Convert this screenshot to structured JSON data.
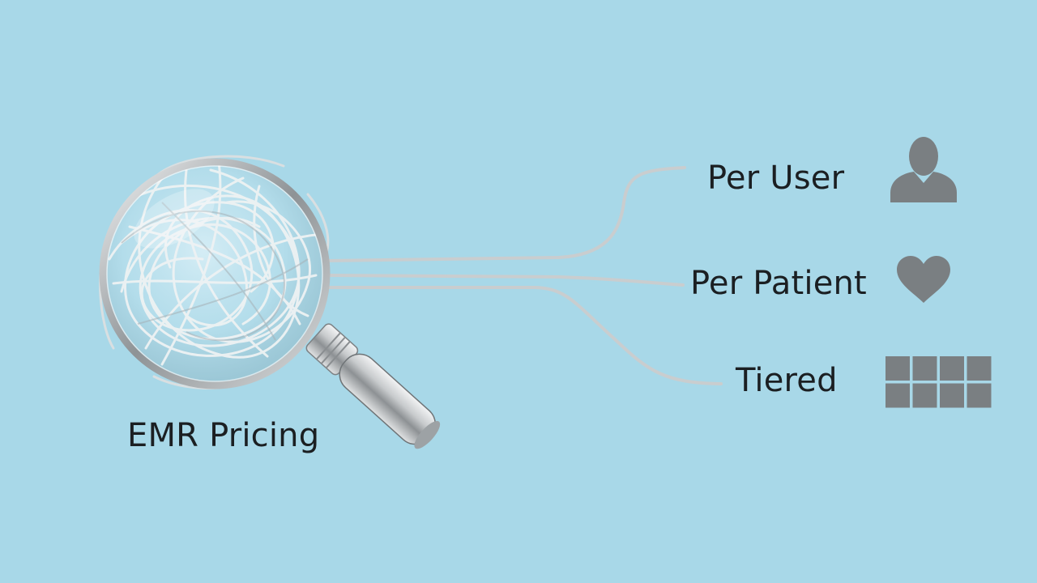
{
  "diagram": {
    "center_label": "EMR Pricing",
    "center_icon": "magnifying-glass-icon",
    "branches": [
      {
        "label": "Per User",
        "icon": "user-icon"
      },
      {
        "label": "Per Patient",
        "icon": "heart-icon"
      },
      {
        "label": "Tiered",
        "icon": "grid-icon"
      }
    ]
  },
  "colors": {
    "background": "#a8d8e8",
    "text": "#1b1f22",
    "icon": "#7a7f82",
    "line": "#c9cdcf"
  }
}
